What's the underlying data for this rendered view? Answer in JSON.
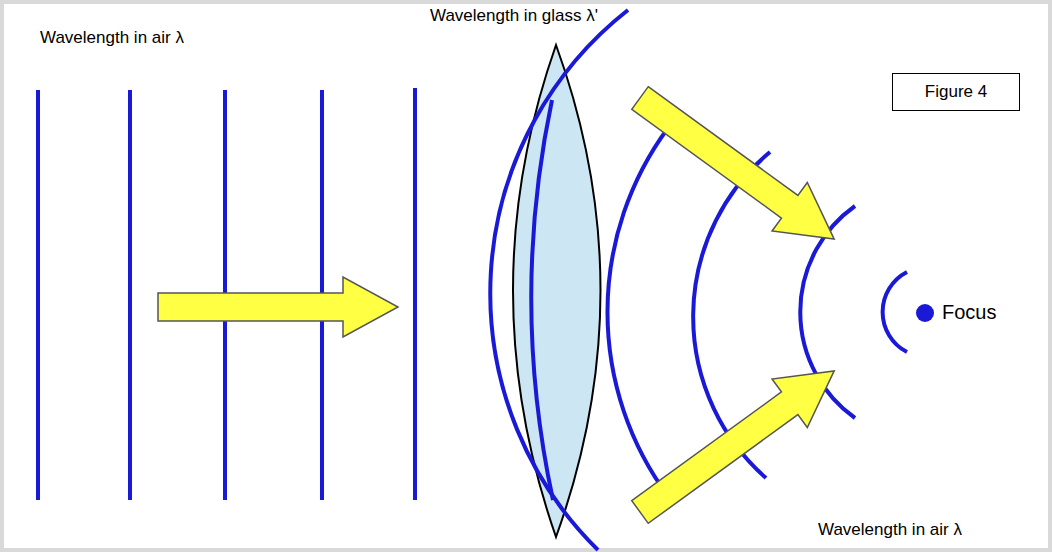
{
  "diagram": {
    "nodes": [
      {
        "text": [
          "Figure 4"
        ]
      }
    ],
    "labels": [
      "Wavelength in air λ",
      "Wavelength in glass λ'",
      "Focus",
      "Wavelength in air λ"
    ]
  }
}
